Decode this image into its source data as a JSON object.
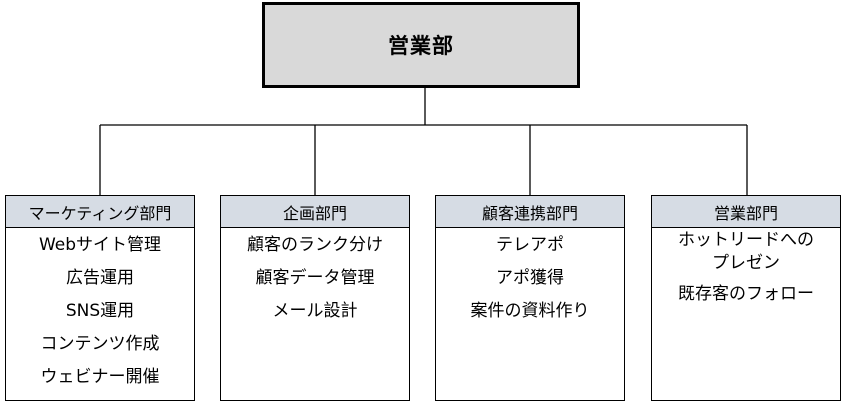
{
  "root": {
    "label": "営業部"
  },
  "departments": [
    {
      "name": "マーケティング部門",
      "tasks": [
        "Webサイト管理",
        "広告運用",
        "SNS運用",
        "コンテンツ作成",
        "ウェビナー開催"
      ]
    },
    {
      "name": "企画部門",
      "tasks": [
        "顧客のランク分け",
        "顧客データ管理",
        "メール設計"
      ]
    },
    {
      "name": "顧客連携部門",
      "tasks": [
        "テレアポ",
        "アポ獲得",
        "案件の資料作り"
      ]
    },
    {
      "name": "営業部門",
      "tasks": [
        "ホットリードへの\nプレゼン",
        "既存客のフォロー"
      ]
    }
  ]
}
